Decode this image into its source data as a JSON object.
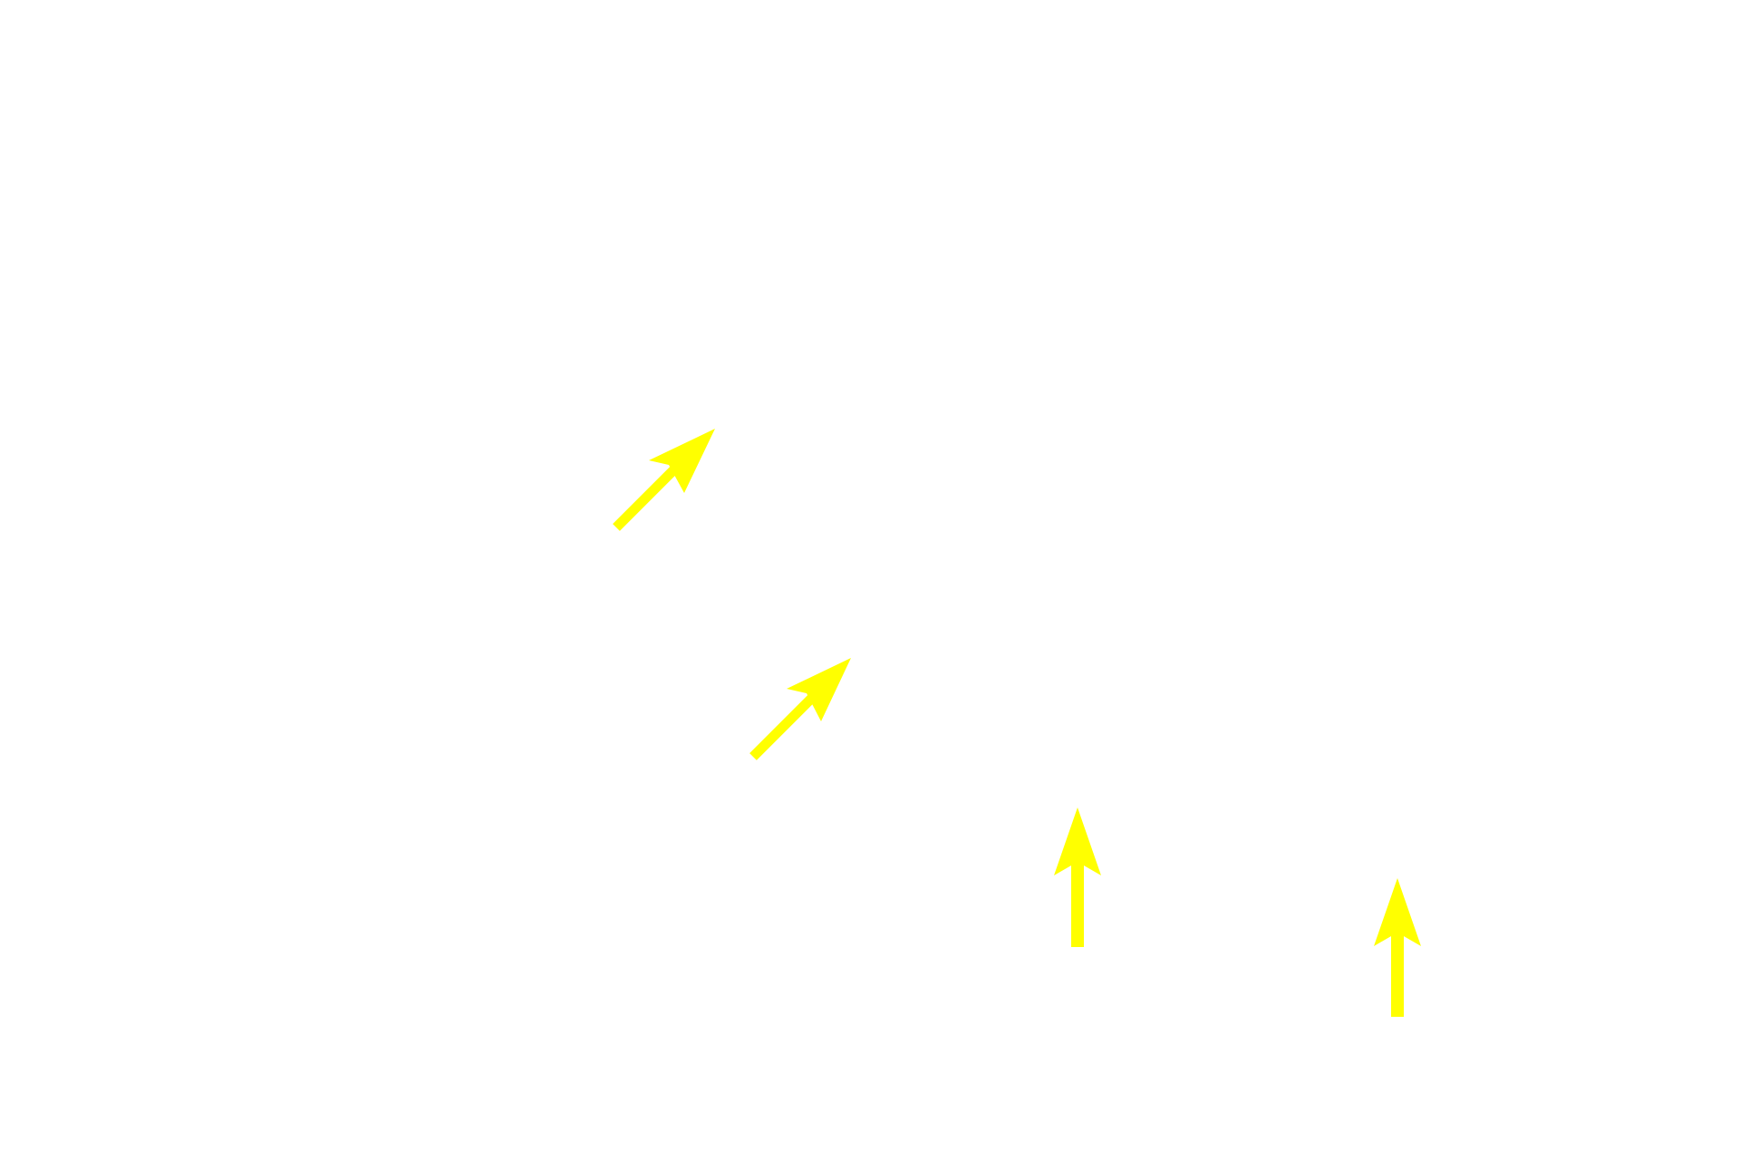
{
  "background_color": "#ffffff",
  "arrow_color": "#ffff00",
  "arrows": [
    {
      "name": "arrow-up-right-1",
      "direction": "up-right"
    },
    {
      "name": "arrow-up-right-2",
      "direction": "up-right"
    },
    {
      "name": "arrow-up-1",
      "direction": "up"
    },
    {
      "name": "arrow-up-2",
      "direction": "up"
    }
  ]
}
